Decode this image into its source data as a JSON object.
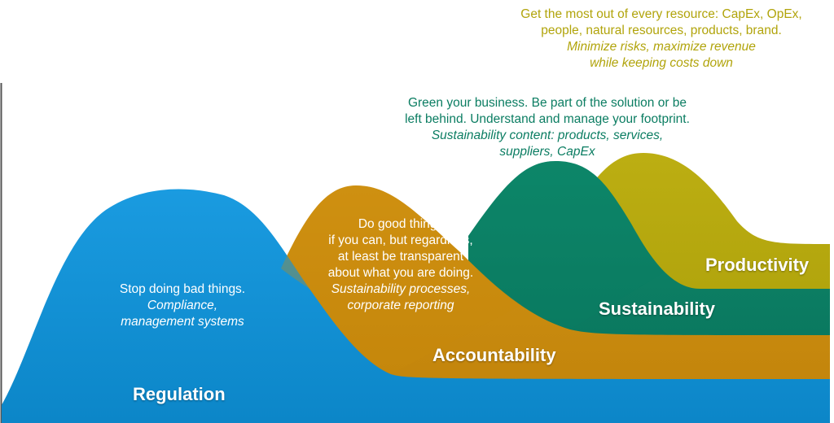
{
  "colors": {
    "regulation": "#0f8fd3",
    "accountability": "#c98a0c",
    "sustainability": "#0b7d62",
    "productivity": "#b1a40b"
  },
  "stages": {
    "regulation": {
      "label": "Regulation",
      "note_lines": [
        "Stop doing bad things."
      ],
      "note_italic_lines": [
        "Compliance,",
        "management systems"
      ]
    },
    "accountability": {
      "label": "Accountability",
      "note_lines": [
        "Do good things",
        "if you can, but regardless,",
        "at least be transparent",
        "about what you are doing."
      ],
      "note_italic_lines": [
        "Sustainability processes,",
        "corporate reporting"
      ]
    },
    "sustainability": {
      "label": "Sustainability",
      "note_lines": [
        "Green your business. Be part of the solution or be",
        "left behind. Understand and manage your footprint."
      ],
      "note_italic_lines": [
        "Sustainability content: products, services,",
        "suppliers, CapEx"
      ]
    },
    "productivity": {
      "label": "Productivity",
      "note_lines": [
        "Get the most out of every resource: CapEx, OpEx,",
        "people, natural resources, products, brand."
      ],
      "note_italic_lines": [
        "Minimize risks, maximize revenue",
        "while keeping costs down"
      ]
    }
  }
}
